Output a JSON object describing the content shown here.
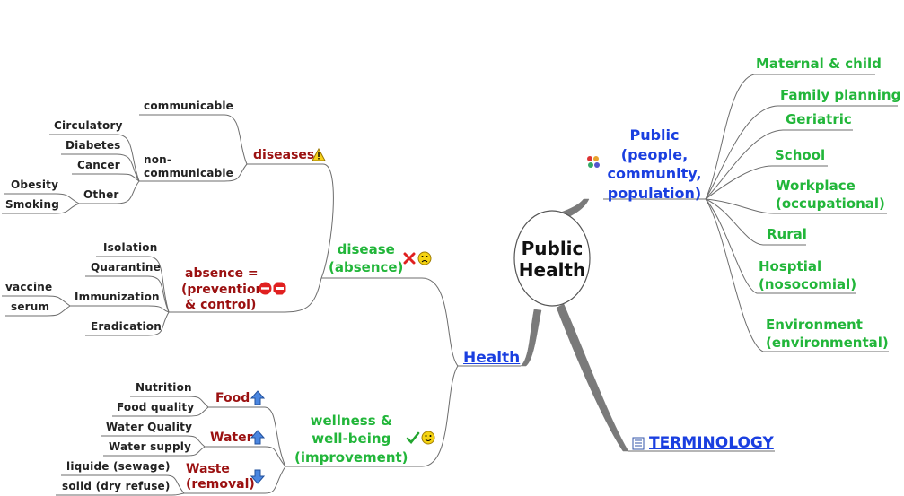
{
  "center": {
    "line1": "Public",
    "line2": "Health"
  },
  "right": {
    "public": {
      "lines": [
        "Public",
        "(people,",
        "community,",
        "population)"
      ],
      "icon": "people-icon"
    },
    "sub": [
      {
        "lines": [
          "Maternal & child"
        ]
      },
      {
        "lines": [
          "Family planning"
        ]
      },
      {
        "lines": [
          "Geriatric"
        ]
      },
      {
        "lines": [
          "School"
        ]
      },
      {
        "lines": [
          "Workplace",
          "(occupational)"
        ]
      },
      {
        "lines": [
          "Rural"
        ]
      },
      {
        "lines": [
          "Hosptial",
          "(nosocomial)"
        ]
      },
      {
        "lines": [
          "Environment",
          "(environmental)"
        ]
      }
    ],
    "terminology": {
      "label": "TERMINOLOGY",
      "icon": "document-icon"
    }
  },
  "health": {
    "label": "Health"
  },
  "disease_branch": {
    "lines": [
      "disease",
      "(absence)"
    ],
    "icons": [
      "red-x-icon",
      "sad-face-icon"
    ],
    "diseases": {
      "label": "diseases",
      "icon": "warning-icon",
      "communicable": "communicable",
      "non_communicable": [
        "non-",
        "communicable"
      ],
      "nc_items": [
        "Circulatory",
        "Diabetes",
        "Cancer",
        "Other"
      ],
      "other_items": [
        "Obesity",
        "Smoking"
      ]
    },
    "absence": {
      "lines": [
        "absence =",
        "(prevention",
        "& control)"
      ],
      "icons": [
        "no-entry-icon",
        "stop-sign-icon"
      ],
      "items": [
        "Isolation",
        "Quarantine",
        "Immunization",
        "Eradication"
      ],
      "immunization_items": [
        "vaccine",
        "serum"
      ]
    }
  },
  "wellness_branch": {
    "lines": [
      "wellness &",
      "well-being",
      "(improvement)"
    ],
    "icons": [
      "check-icon",
      "happy-face-icon"
    ],
    "food": {
      "label": "Food",
      "icon": "arrow-up-icon",
      "items": [
        "Nutrition",
        "Food quality"
      ]
    },
    "water": {
      "label": "Water",
      "icon": "arrow-up-icon",
      "items": [
        "Water Quality",
        "Water supply"
      ]
    },
    "waste": {
      "lines": [
        "Waste",
        "(removal)"
      ],
      "icon": "arrow-down-icon",
      "items": [
        "liquide (sewage)",
        "solid (dry refuse)"
      ]
    }
  },
  "colors": {
    "line": "#6d6d6d",
    "blue": "#1a3fe0",
    "green": "#22b63a",
    "red": "#9b1111"
  }
}
